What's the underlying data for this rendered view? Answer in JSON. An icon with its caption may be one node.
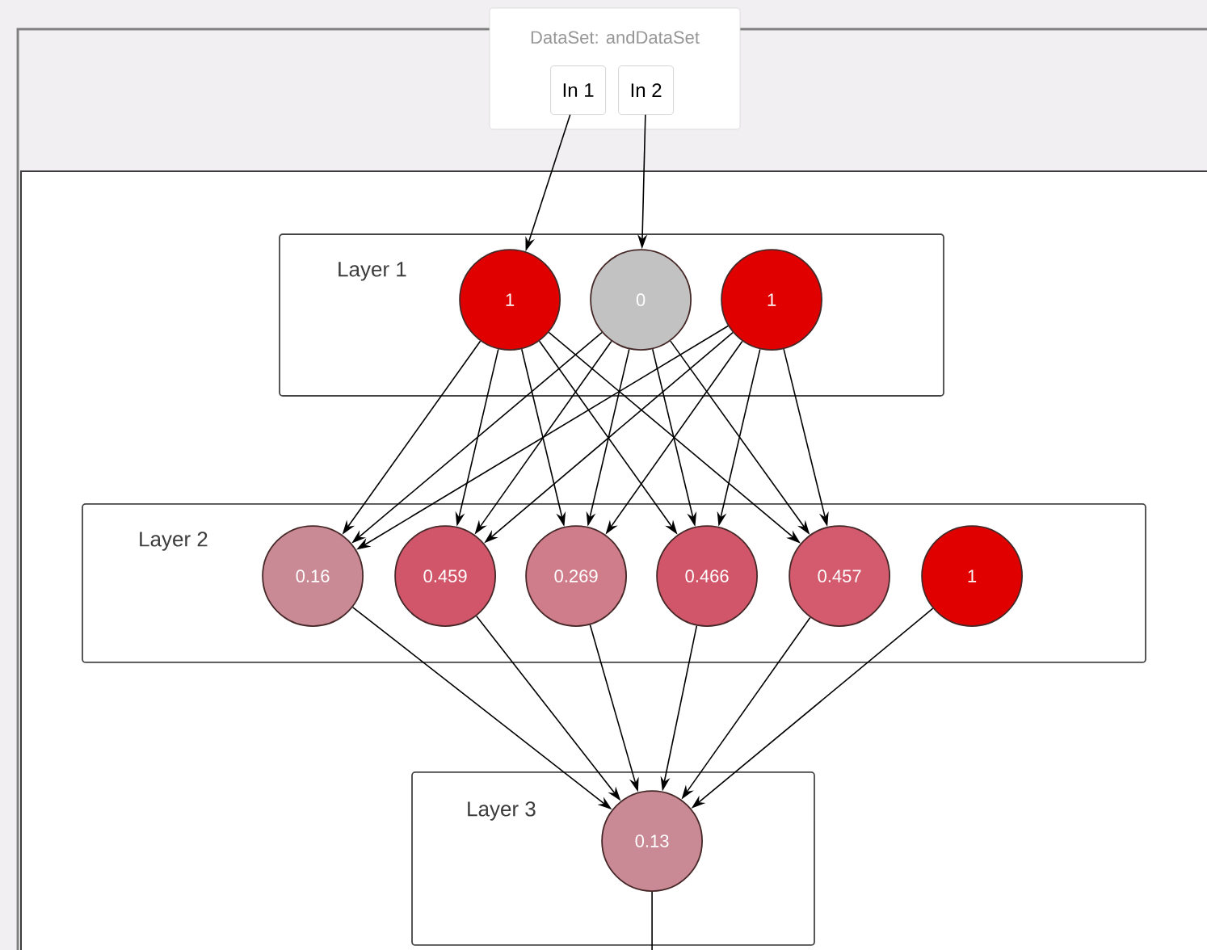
{
  "diagram": {
    "nodes": [
      {
        "text": [
          "DataSet: andDataSet"
        ]
      },
      {
        "text": [
          "In 1"
        ],
        "in": 0
      },
      {
        "text": [
          "In 2"
        ],
        "in": 0
      },
      {
        "text": [
          "Layer 1"
        ]
      },
      {
        "text": [
          "1"
        ],
        "in": 3
      },
      {
        "text": [
          "0"
        ],
        "in": 3
      },
      {
        "text": [
          "1"
        ],
        "in": 3
      },
      {
        "text": [
          "Layer 2"
        ]
      },
      {
        "text": [
          "0.16"
        ],
        "in": 7
      },
      {
        "text": [
          "0.459"
        ],
        "in": 7
      },
      {
        "text": [
          "0.269"
        ],
        "in": 7
      },
      {
        "text": [
          "0.466"
        ],
        "in": 7
      },
      {
        "text": [
          "0.457"
        ],
        "in": 7
      },
      {
        "text": [
          "1"
        ],
        "in": 7
      },
      {
        "text": [
          "Layer 3"
        ]
      },
      {
        "text": [
          "0.13"
        ],
        "in": 14
      }
    ],
    "edges": [
      {
        "from": 1,
        "to": 4,
        "arrow": "to"
      },
      {
        "from": 2,
        "to": 5,
        "arrow": "to"
      },
      {
        "from": 4,
        "to": 8,
        "arrow": "to"
      },
      {
        "from": 4,
        "to": 9,
        "arrow": "to"
      },
      {
        "from": 4,
        "to": 10,
        "arrow": "to"
      },
      {
        "from": 4,
        "to": 11,
        "arrow": "to"
      },
      {
        "from": 4,
        "to": 12,
        "arrow": "to"
      },
      {
        "from": 5,
        "to": 8,
        "arrow": "to"
      },
      {
        "from": 5,
        "to": 9,
        "arrow": "to"
      },
      {
        "from": 5,
        "to": 10,
        "arrow": "to"
      },
      {
        "from": 5,
        "to": 11,
        "arrow": "to"
      },
      {
        "from": 5,
        "to": 12,
        "arrow": "to"
      },
      {
        "from": 6,
        "to": 8,
        "arrow": "to"
      },
      {
        "from": 6,
        "to": 9,
        "arrow": "to"
      },
      {
        "from": 6,
        "to": 10,
        "arrow": "to"
      },
      {
        "from": 6,
        "to": 11,
        "arrow": "to"
      },
      {
        "from": 6,
        "to": 12,
        "arrow": "to"
      },
      {
        "from": 8,
        "to": 15,
        "arrow": "to"
      },
      {
        "from": 9,
        "to": 15,
        "arrow": "to"
      },
      {
        "from": 10,
        "to": 15,
        "arrow": "to"
      },
      {
        "from": 11,
        "to": 15,
        "arrow": "to"
      },
      {
        "from": 12,
        "to": 15,
        "arrow": "to"
      },
      {
        "from": 13,
        "to": 15,
        "arrow": "to"
      },
      {
        "from": 15,
        "to": null,
        "arrow": "none"
      }
    ]
  }
}
